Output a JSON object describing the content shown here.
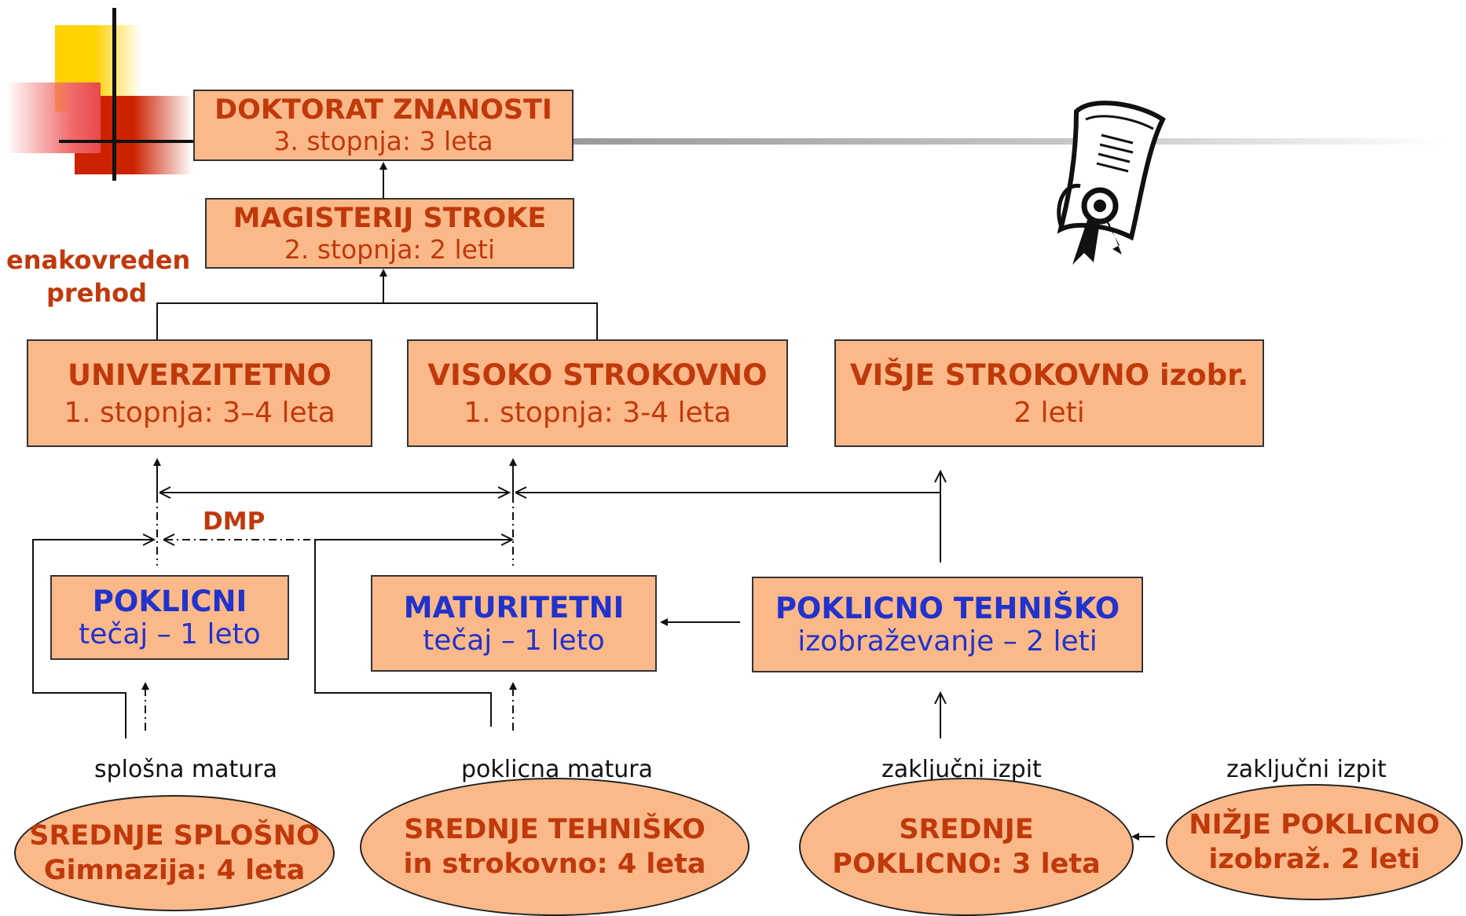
{
  "top": {
    "doktorat": {
      "title": "DOKTORAT ZNANOSTI",
      "sub": "3. stopnja: 3 leta"
    },
    "magisterij": {
      "title": "MAGISTERIJ STROKE",
      "sub": "2. stopnja: 2 leti"
    }
  },
  "side_label": {
    "line1": "enakovreden",
    "line2": "prehod"
  },
  "first_level": {
    "univerzitetno": {
      "title": "UNIVERZITETNO",
      "sub": "1. stopnja: 3–4 leta"
    },
    "visoko": {
      "title": "VISOKO STROKOVNO",
      "sub": "1. stopnja: 3-4 leta"
    },
    "visje": {
      "title": "VIŠJE STROKOVNO izobr.",
      "sub": "2 leti"
    }
  },
  "dmp_label": "DMP",
  "courses": {
    "poklicni": {
      "title": "POKLICNI",
      "sub": "tečaj – 1 leto"
    },
    "maturitetni": {
      "title": "MATURITETNI",
      "sub": "tečaj – 1 leto"
    },
    "poklicno_tehnisko": {
      "title": "POKLICNO TEHNIŠKO",
      "sub": "izobraževanje – 2 leti"
    }
  },
  "exams": {
    "splosna": "splošna matura",
    "poklicna": "poklicna matura",
    "zakljucni1": "zaključni izpit",
    "zakljucni2": "zaključni izpit"
  },
  "schools": {
    "splosno": {
      "line1": "SREDNJE SPLOŠNO",
      "line2": "Gimnazija: 4 leta"
    },
    "tehnisko": {
      "line1": "SREDNJE TEHNIŠKO",
      "line2": "in strokovno: 4 leta"
    },
    "poklicno": {
      "line1": "SREDNJE",
      "line2": "POKLICNO: 3 leta"
    },
    "nizje": {
      "line1": "NIŽJE POKLICNO",
      "line2": "izobraž. 2 leti"
    }
  },
  "colors": {
    "box_fill": "#fbb98a",
    "red_text": "#c0390b",
    "blue_text": "#2233cc"
  },
  "icons": {
    "certificate": "diploma-scroll-icon"
  }
}
